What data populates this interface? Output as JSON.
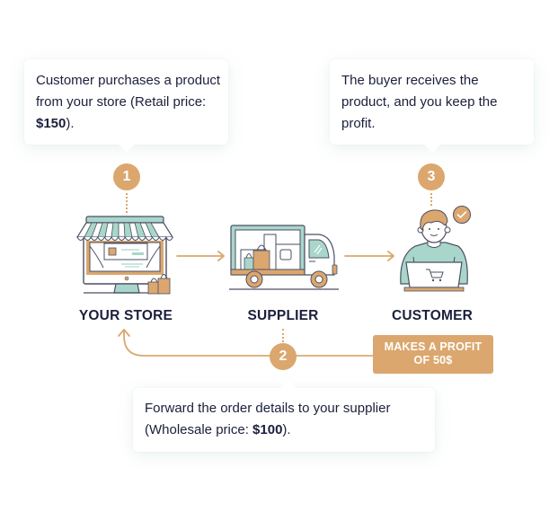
{
  "steps": [
    {
      "number": "1",
      "text_before": "Customer purchases a product from your store (Retail price: ",
      "price": "$150",
      "text_after": ")."
    },
    {
      "number": "2",
      "text_before": "Forward the order details to your supplier (Wholesale price: ",
      "price": "$100",
      "text_after": ")."
    },
    {
      "number": "3",
      "text": "The buyer receives the product, and you keep the profit."
    }
  ],
  "nodes": {
    "store": "YOUR STORE",
    "supplier": "SUPPLIER",
    "customer": "CUSTOMER"
  },
  "icons": {
    "store": "storefront-monitor-icon",
    "supplier": "delivery-truck-icon",
    "customer": "customer-laptop-icon",
    "check": "check-badge-icon",
    "flow_arrow": "arrow-right-icon",
    "return_arrow": "curved-arrow-up-icon"
  },
  "profit_badge": {
    "line1": "MAKES A PROFIT",
    "line2": "OF 50$"
  },
  "colors": {
    "accent": "#dba76e",
    "mint": "#a9d6cb",
    "text": "#1b1f3b",
    "outline": "#4b4f63"
  }
}
